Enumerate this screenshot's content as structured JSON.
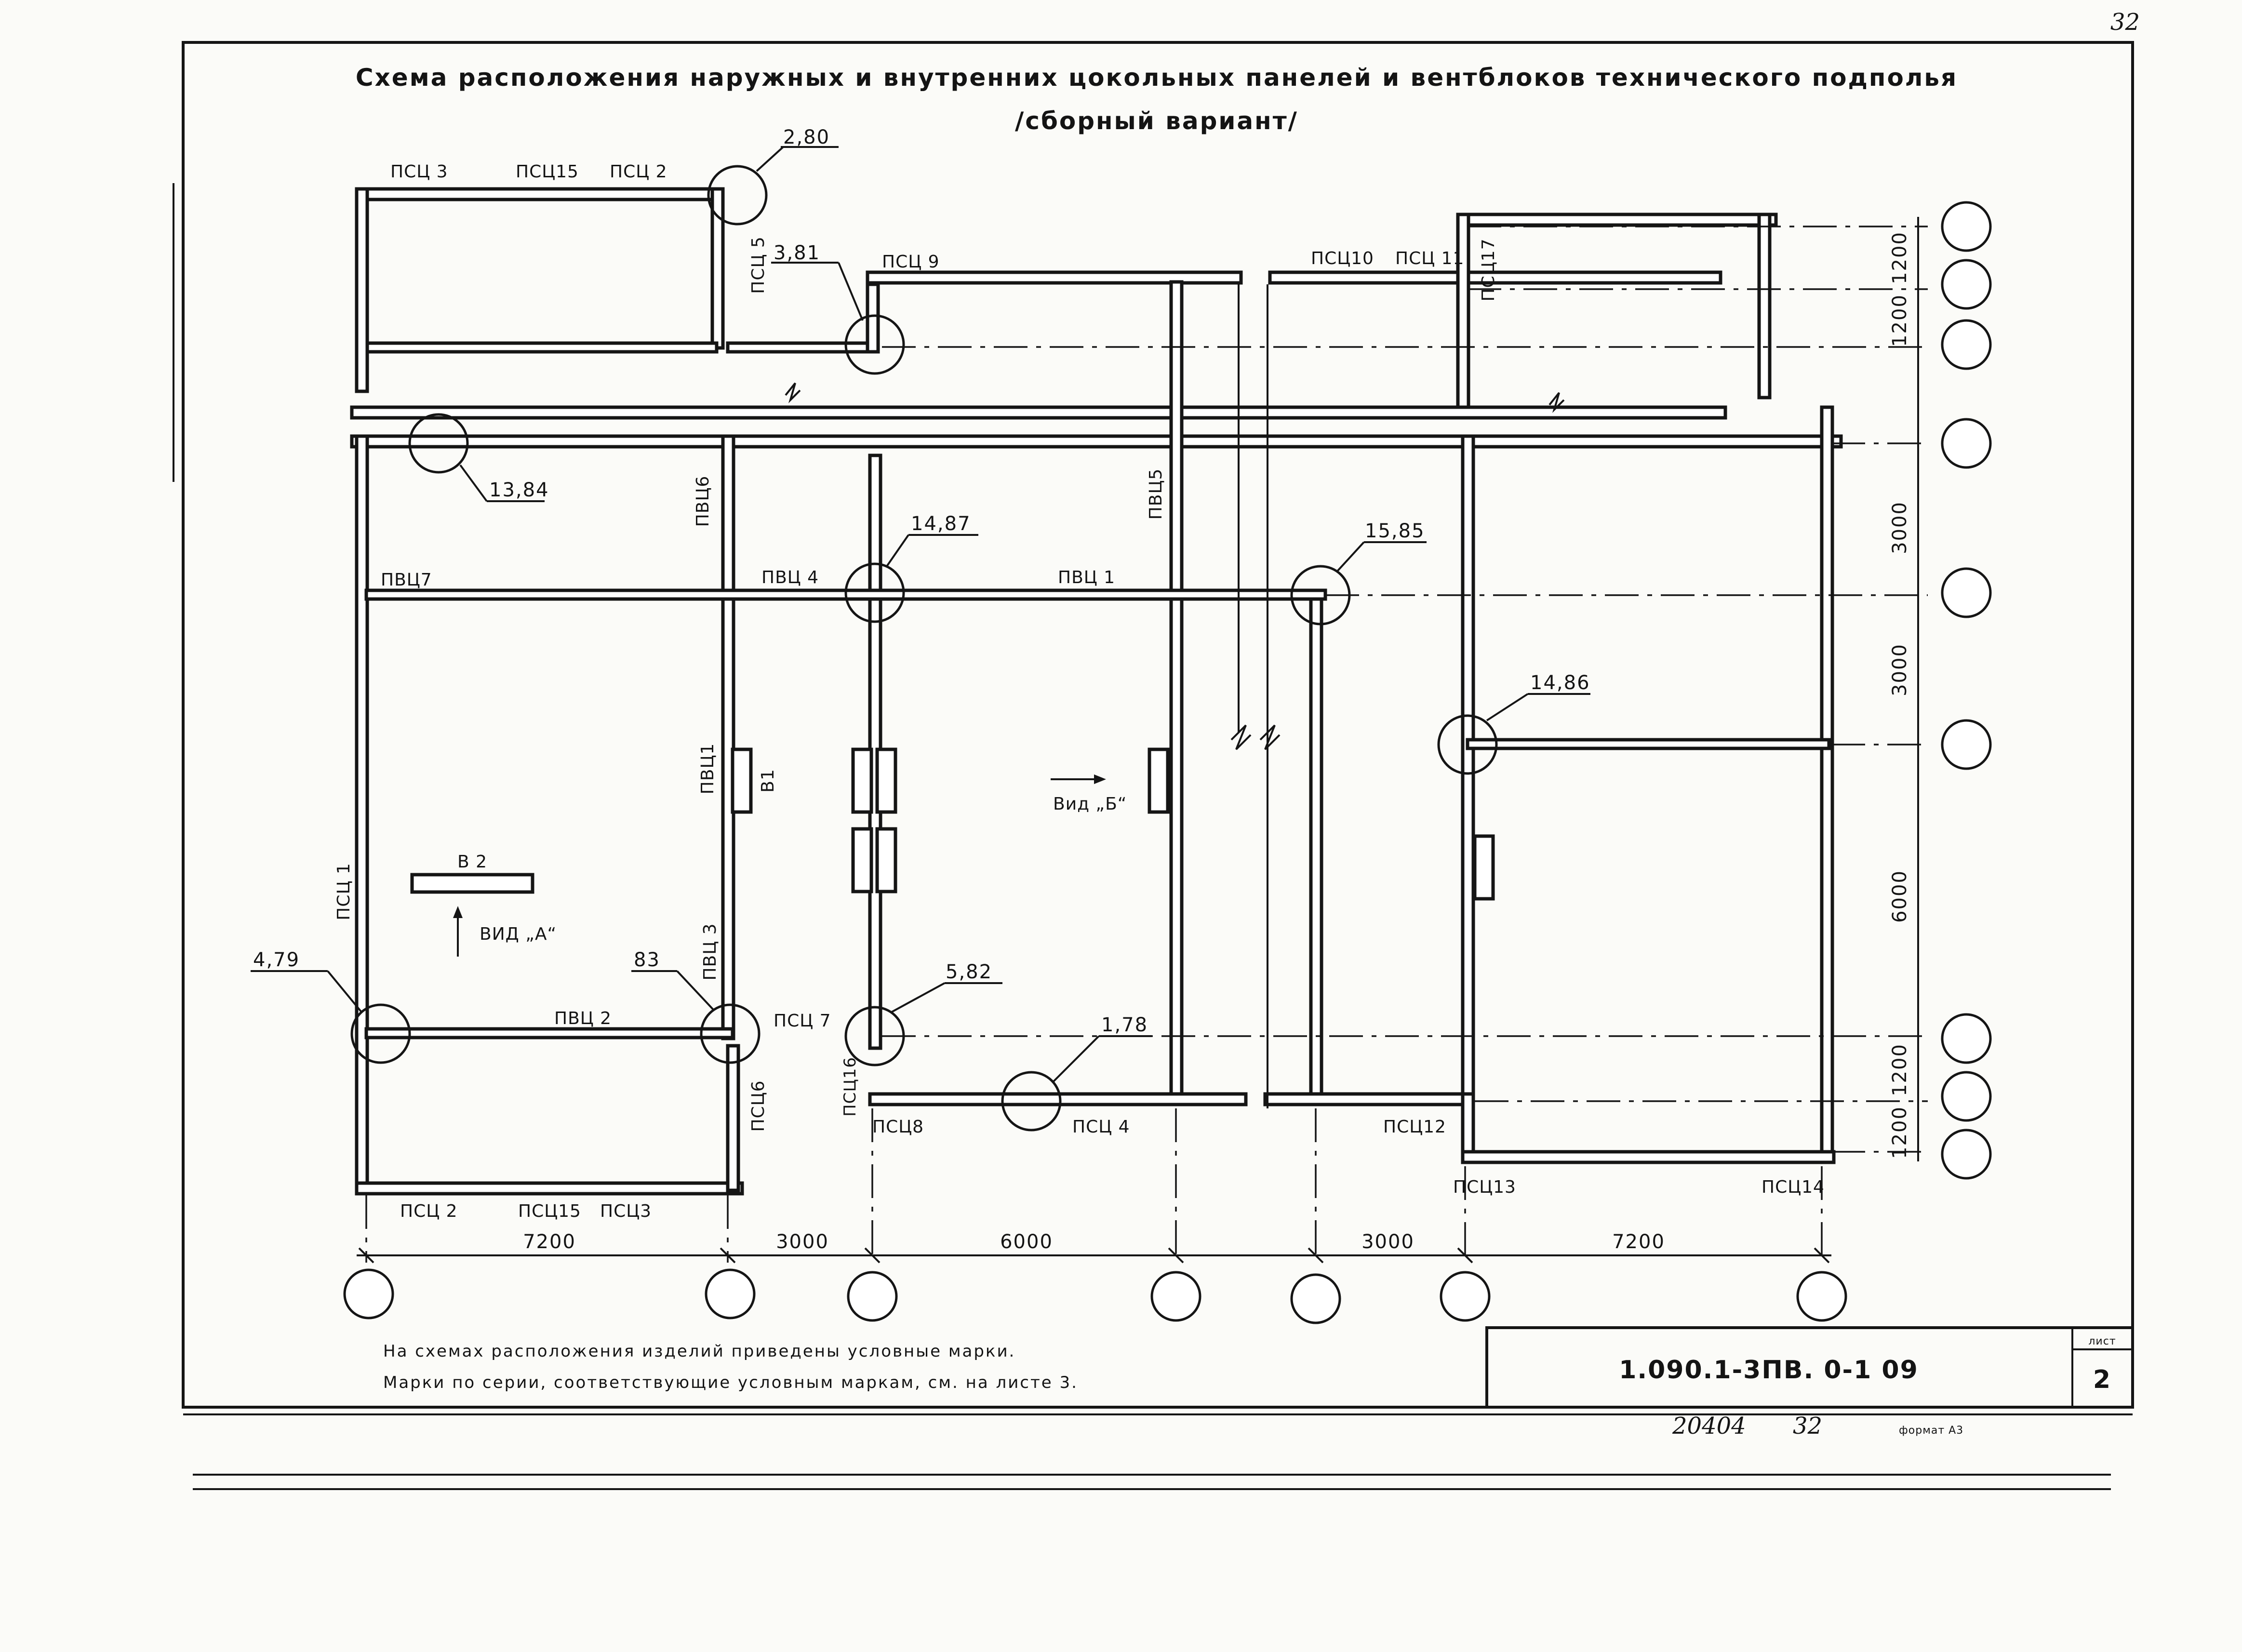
{
  "sheet_number": "32",
  "title": {
    "line1": "Схема расположения наружных и внутренних цокольных панелей и вентблоков технического подполья",
    "line2": "/сборный вариант/"
  },
  "panel_labels": {
    "pstc3_top": "ПСЦ 3",
    "pstc15_top": "ПСЦ15",
    "pstc2_top": "ПСЦ 2",
    "pstc5": "ПСЦ 5",
    "pstc9": "ПСЦ 9",
    "pstc10": "ПСЦ10",
    "pstc11": "ПСЦ 11",
    "pstc17": "ПСЦ17",
    "pvts6_top": "ПВЦ6",
    "pvts5": "ПВЦ5",
    "pvts7": "ПВЦ7",
    "pvts4": "ПВЦ 4",
    "pvts1_h": "ПВЦ 1",
    "pvts1_v": "ПВЦ1",
    "pstc1": "ПСЦ 1",
    "pvts3": "ПВЦ 3",
    "pvts2": "ПВЦ 2",
    "pstc7": "ПСЦ 7",
    "pstc16": "ПСЦ16",
    "pstc6_bottom": "ПСЦ6",
    "pstc8": "ПСЦ8",
    "pstc4": "ПСЦ 4",
    "pstc12": "ПСЦ12",
    "pstc13": "ПСЦ13",
    "pstc14": "ПСЦ14",
    "pstc2_bottom": "ПСЦ 2",
    "pstc15_bottom": "ПСЦ15",
    "pstc3_bottom": "ПСЦ3",
    "vent_b1": "В1",
    "vent_b2": "В 2"
  },
  "views": {
    "view_a": "ВИД „А“",
    "view_b": "Вид „Б“"
  },
  "node_refs": {
    "n280": "2,80",
    "n381": "3,81",
    "n1384": "13,84",
    "n1487": "14,87",
    "n1585": "15,85",
    "n1486": "14,86",
    "n479": "4,79",
    "n83": "83",
    "n582": "5,82",
    "n178": "1,78"
  },
  "dimensions": {
    "bottom": [
      "7200",
      "3000",
      "6000",
      "3000",
      "7200"
    ],
    "right_top": [
      "1200",
      "1200"
    ],
    "right_mid": [
      "3000",
      "3000",
      "6000"
    ],
    "right_bottom": [
      "1200",
      "1200"
    ]
  },
  "notes": {
    "line1": "На схемах расположения изделий приведены условные марки.",
    "line2": "Марки по серии, соответствующие условным маркам, см. на листе 3."
  },
  "title_block": {
    "code": "1.090.1-3ПВ. 0-1   09",
    "sheet_label": "лист",
    "sheet_value": "2"
  },
  "footer": {
    "archive": "20404",
    "page": "32",
    "format": "формат А3"
  }
}
